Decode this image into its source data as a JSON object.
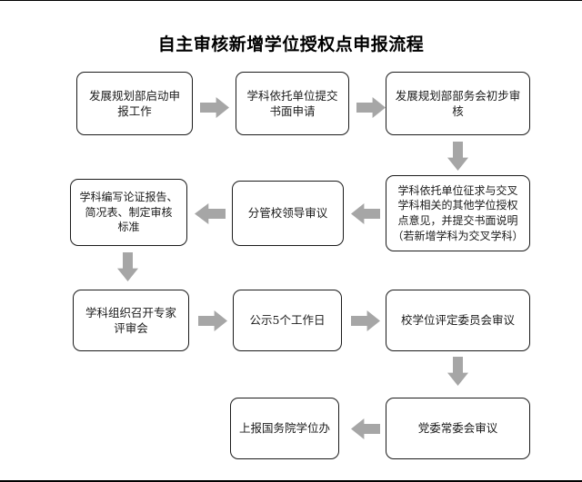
{
  "page": {
    "title": "自主审核新增学位授权点申报流程",
    "background_color": "#ffffff",
    "box_border_color": "#1a1a1a",
    "arrow_color": "#a6a6a6",
    "text_color": "#1a1a1a"
  },
  "chart_data": {
    "type": "diagram",
    "title": "自主审核新增学位授权点申报流程",
    "nodes": [
      {
        "id": "n1",
        "label": "发展规划部启动申\n报工作",
        "row": 1,
        "col": 1
      },
      {
        "id": "n2",
        "label": "学科依托单位提交\n书面申请",
        "row": 1,
        "col": 2
      },
      {
        "id": "n3",
        "label": "发展规划部部务会初步审\n核",
        "row": 1,
        "col": 3
      },
      {
        "id": "n4",
        "label": "学科依托单位征求与交叉\n学科相关的其他学位授权\n点意见，并提交书面说明\n（若新增学科为交叉学科）",
        "row": 2,
        "col": 3
      },
      {
        "id": "n5",
        "label": "分管校领导审议",
        "row": 2,
        "col": 2
      },
      {
        "id": "n6",
        "label": "学科编写论证报告、\n简况表、制定审核\n标准",
        "row": 2,
        "col": 1
      },
      {
        "id": "n7",
        "label": "学科组织召开专家\n评审会",
        "row": 3,
        "col": 1
      },
      {
        "id": "n8",
        "label": "公示5个工作日",
        "row": 3,
        "col": 2
      },
      {
        "id": "n9",
        "label": "校学位评定委员会审议",
        "row": 3,
        "col": 3
      },
      {
        "id": "n10",
        "label": "党委常委会审议",
        "row": 4,
        "col": 3
      },
      {
        "id": "n11",
        "label": "上报国务院学位办",
        "row": 4,
        "col": 2
      }
    ],
    "edges": [
      {
        "from": "n1",
        "to": "n2",
        "direction": "right"
      },
      {
        "from": "n2",
        "to": "n3",
        "direction": "right"
      },
      {
        "from": "n3",
        "to": "n4",
        "direction": "down"
      },
      {
        "from": "n4",
        "to": "n5",
        "direction": "left"
      },
      {
        "from": "n5",
        "to": "n6",
        "direction": "left"
      },
      {
        "from": "n6",
        "to": "n7",
        "direction": "down"
      },
      {
        "from": "n7",
        "to": "n8",
        "direction": "right"
      },
      {
        "from": "n8",
        "to": "n9",
        "direction": "right"
      },
      {
        "from": "n9",
        "to": "n10",
        "direction": "down"
      },
      {
        "from": "n10",
        "to": "n11",
        "direction": "left"
      }
    ]
  }
}
